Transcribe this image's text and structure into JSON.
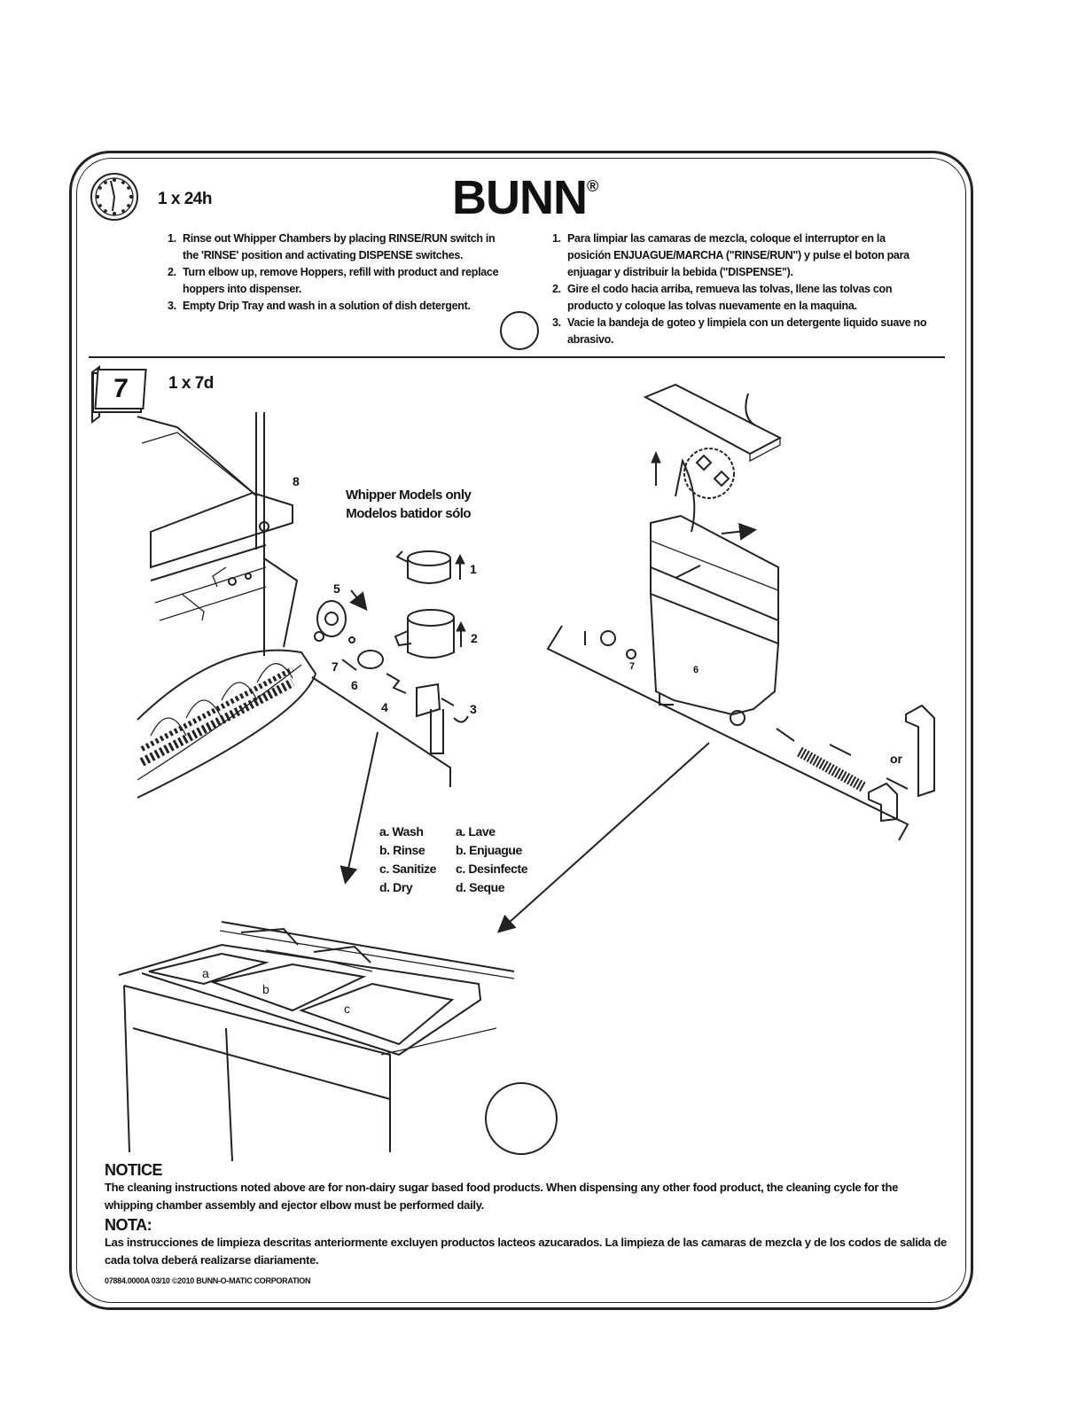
{
  "header": {
    "brand": "BUNN",
    "brand_mark": "®",
    "clock_icon": "clock-icon",
    "daily_frequency": "1 x 24h"
  },
  "daily_steps_en": [
    "Rinse out Whipper Chambers by placing RINSE/RUN switch in the 'RINSE' position and activating DISPENSE switches.",
    "Turn elbow up, remove Hoppers, refill with product and replace hoppers into dispenser.",
    "Empty Drip Tray and wash in a solution of dish detergent."
  ],
  "daily_steps_es": [
    "Para limpiar las camaras de mezcla, coloque el interruptor en la posición ENJUAGUE/MARCHA (\"RINSE/RUN\") y pulse el boton para enjuagar y distribuir la bebida (\"DISPENSE\").",
    "Gire el codo hacia arriba, remueva las tolvas, llene las tolvas con producto y coloque las tolvas nuevamente en la maquina.",
    "Vacie la bandeja de goteo y limpiela con un detergente liquido suave no abrasivo."
  ],
  "weekly": {
    "calendar_icon": "calendar-icon",
    "badge": "7",
    "frequency": "1 x 7d"
  },
  "whipper_note": {
    "line1": "Whipper Models only",
    "line2": "Modelos batidor sólo"
  },
  "callouts": {
    "n1": "1",
    "n2": "2",
    "n3": "3",
    "n4": "4",
    "n5": "5",
    "n6": "6",
    "n7": "7",
    "n8": "8",
    "or": "or",
    "sink_a": "a",
    "sink_b": "b",
    "sink_c": "c"
  },
  "wash_legend_en": [
    "a. Wash",
    "b. Rinse",
    "c. Sanitize",
    "d. Dry"
  ],
  "wash_legend_es": [
    "a. Lave",
    "b. Enjuague",
    "c. Desinfecte",
    "d. Seque"
  ],
  "notice": {
    "title": "NOTICE",
    "text": "The cleaning instructions noted above are for non-dairy sugar based food products.  When dispensing any other food product, the cleaning cycle for the whipping chamber assembly and ejector elbow must be performed daily.",
    "title_es": "NOTA:",
    "text_es": "Las instrucciones de limpieza descritas anteriormente excluyen productos lacteos azucarados. La limpieza de las camaras de mezcla y de los codos de salida de cada tolva deberá realizarse diariamente."
  },
  "footer": "07884.0000A  03/10  ©2010 BUNN-O-MATIC CORPORATION"
}
